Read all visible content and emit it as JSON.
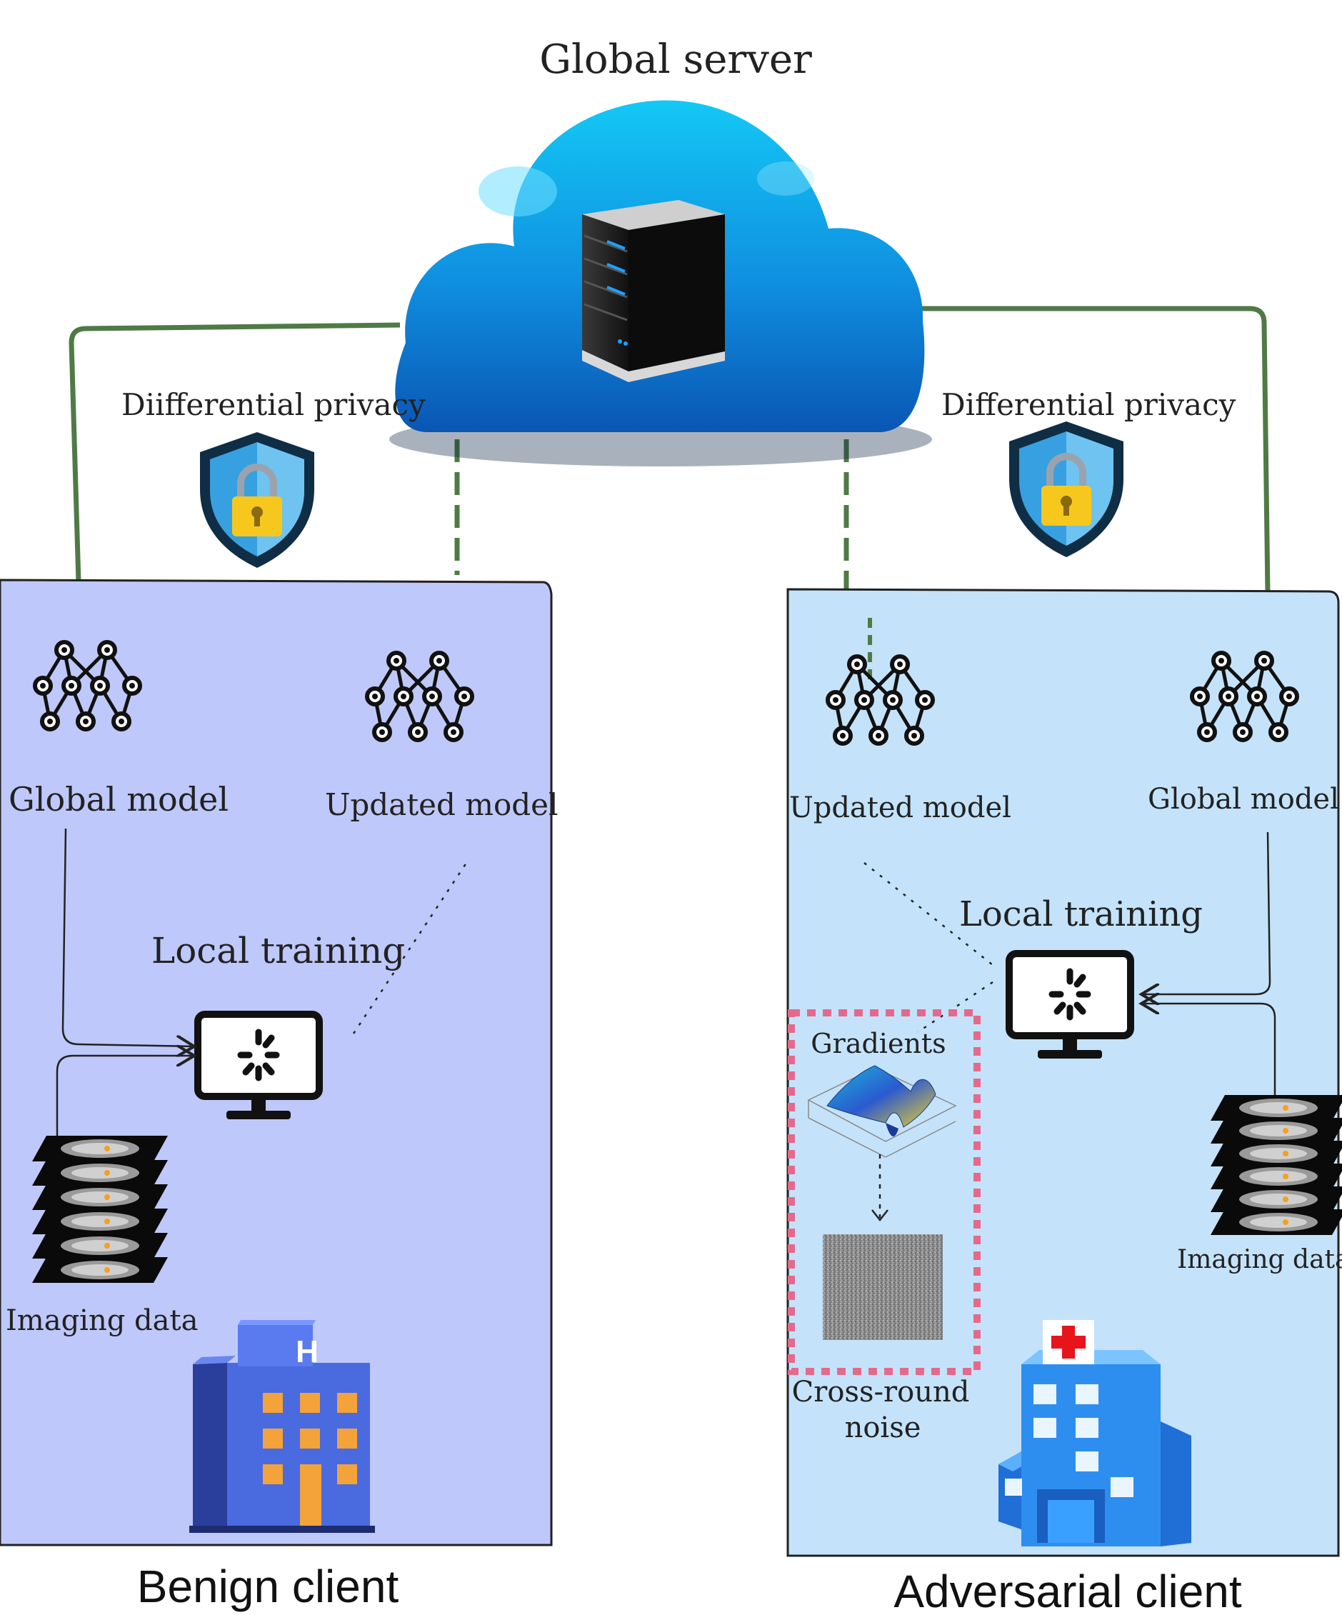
{
  "server": {
    "title": "Global server"
  },
  "colors": {
    "link_green": "#4f7a45",
    "benign_panel": "#bfc8fa",
    "adversarial_panel": "#c4e3fa",
    "cloud_blue": "#1a8fe0",
    "shield_blue": "#2f8fd8",
    "noise_box_border": "#e46a8c",
    "hospital_blue": "#3d5fd0",
    "hospital_window": "#f4a23a"
  },
  "benign": {
    "privacy_label": "Diifferential privacy",
    "global_model_label": "Global model",
    "updated_model_label": "Updated model",
    "local_training_label": "Local training",
    "imaging_label": "Imaging data",
    "client_label": "Benign client",
    "hospital_sign": "H"
  },
  "adversarial": {
    "privacy_label": "Differential privacy",
    "updated_model_label": "Updated model",
    "global_model_label": "Global model",
    "local_training_label": "Local training",
    "gradients_label": "Gradients",
    "noise_label_line1": "Cross-round",
    "noise_label_line2": "noise",
    "imaging_label": "Imaging data",
    "client_label": "Adversarial client"
  }
}
